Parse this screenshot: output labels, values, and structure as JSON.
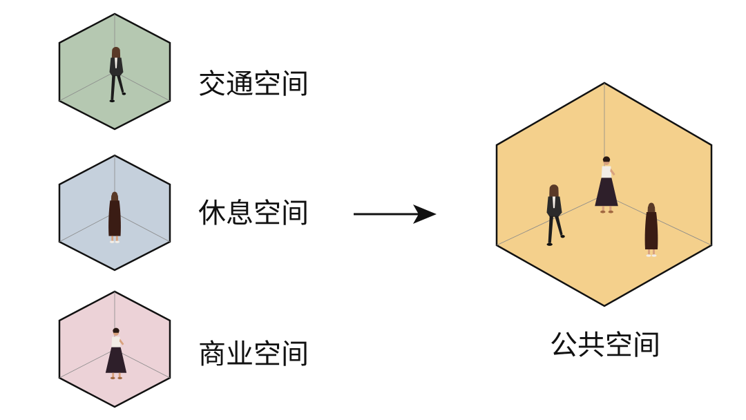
{
  "title": "",
  "spaces": [
    {
      "id": "traffic",
      "label": "交通空间",
      "color": "#b5c8b1",
      "figure": "walking-man"
    },
    {
      "id": "rest",
      "label": "休息空间",
      "color": "#c5d0dc",
      "figure": "standing-woman"
    },
    {
      "id": "commercial",
      "label": "商业空间",
      "color": "#ecd2d7",
      "figure": "walking-woman-skirt"
    }
  ],
  "result": {
    "label": "公共空间",
    "color": "#f4d08c",
    "figures": [
      "walking-man",
      "walking-woman-skirt",
      "standing-woman"
    ]
  },
  "arrow": {
    "icon": "arrow-right-icon"
  },
  "colors": {
    "stroke": "#111111",
    "inner_line": "#8a8a8a",
    "coat": "#2b2b2b",
    "pants": "#1d1d1d",
    "skirt": "#2e1f2a",
    "dress": "#3a1c14",
    "hair": "#5a3a28",
    "skin": "#d9a27e",
    "shirt": "#f2ede6"
  }
}
